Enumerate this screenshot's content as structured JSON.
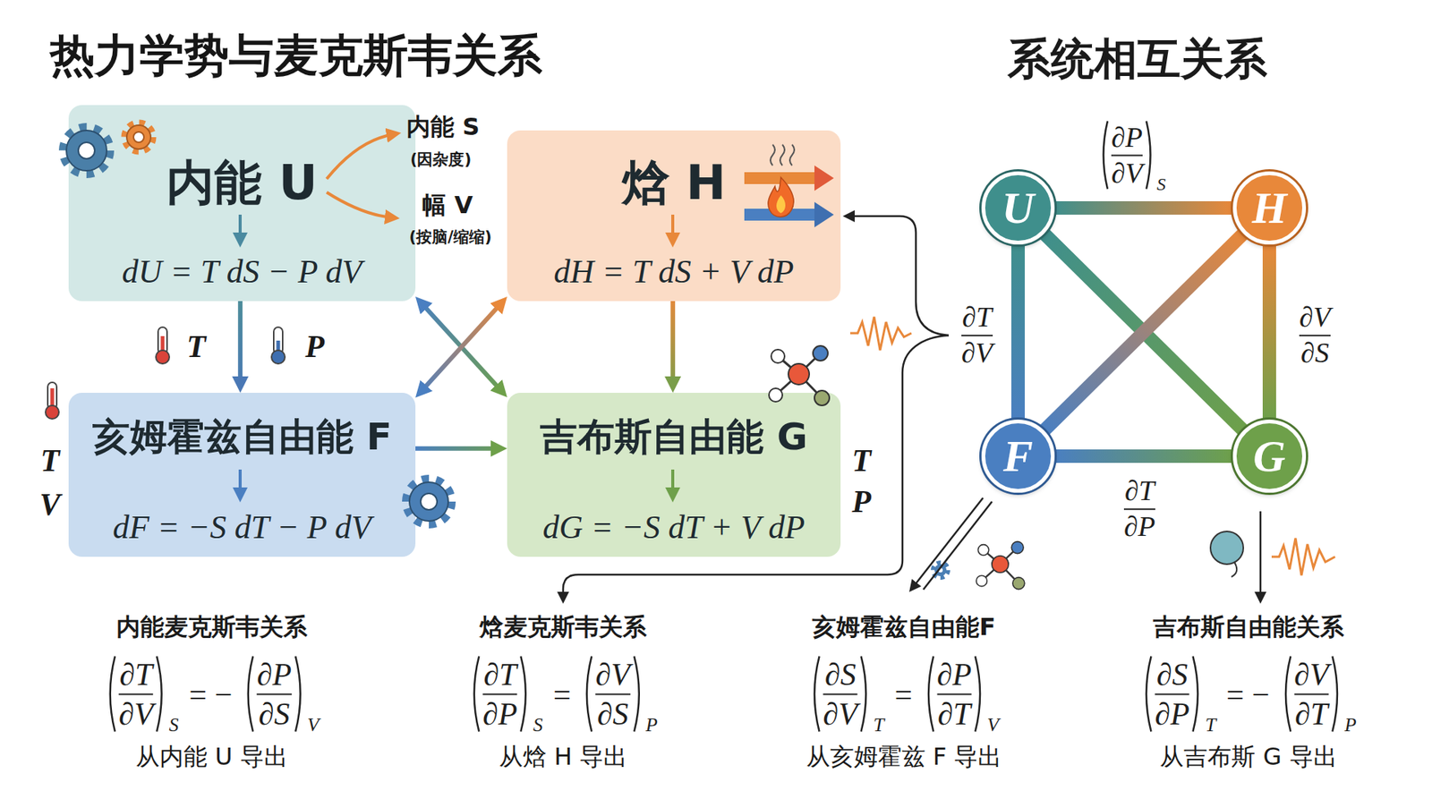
{
  "diagram": {
    "title": "热力学势与麦克斯韦关系",
    "nodes": [
      {
        "text": [
          "内能 U",
          "dU = T dS − P dV"
        ]
      },
      {
        "text": [
          "焓 H",
          "dH = T dS + V dP"
        ]
      },
      {
        "text": [
          "亥姆霍兹自由能 F",
          "dF = −S dT − P dV"
        ]
      },
      {
        "text": [
          "吉布斯自由能 G",
          "dG = −S dT + V dP"
        ]
      },
      {
        "text": [
          "U"
        ]
      },
      {
        "text": [
          "H"
        ]
      },
      {
        "text": [
          "F"
        ]
      },
      {
        "text": [
          "G"
        ]
      }
    ],
    "edges": [
      {
        "from": 0,
        "to": 2,
        "arrow": "to"
      },
      {
        "from": 1,
        "to": 3,
        "arrow": "to"
      },
      {
        "from": 2,
        "to": 3,
        "arrow": "to"
      },
      {
        "from": 0,
        "to": 3,
        "arrow": "both"
      },
      {
        "from": 2,
        "to": 1,
        "arrow": "both"
      },
      {
        "from": 4,
        "to": 5,
        "arrow": "none"
      },
      {
        "from": 5,
        "to": 7,
        "arrow": "none"
      },
      {
        "from": 6,
        "to": 7,
        "arrow": "none"
      },
      {
        "from": 4,
        "to": 6,
        "arrow": "none"
      },
      {
        "from": 4,
        "to": 7,
        "arrow": "none"
      },
      {
        "from": 5,
        "to": 6,
        "arrow": "none"
      }
    ],
    "labels": [
      "系统相互关系",
      "内能 S",
      "(因杂度)",
      "幅 V",
      "(按脑/缩缩)",
      "T",
      "P",
      "T",
      "V",
      "T",
      "P",
      "∂P",
      "∂V",
      "S",
      "∂T",
      "∂V",
      "∂V",
      "∂S",
      "∂T",
      "∂P",
      "内能麦克斯韦关系",
      "∂T",
      "∂V",
      "S",
      "= −",
      "∂P",
      "∂S",
      "V",
      "从内能 U 导出",
      "焓麦克斯韦关系",
      "∂T",
      "∂P",
      "S",
      "=",
      "∂V",
      "∂S",
      "P",
      "从焓 H 导出",
      "亥姆霍兹自由能F",
      "∂S",
      "∂V",
      "T",
      "=",
      "∂P",
      "∂T",
      "V",
      "从亥姆霍兹 F 导出",
      "吉布斯自由能关系",
      "∂S",
      "∂P",
      "T",
      "= −",
      "∂V",
      "∂T",
      "P",
      "从吉布斯 G 导出"
    ]
  }
}
